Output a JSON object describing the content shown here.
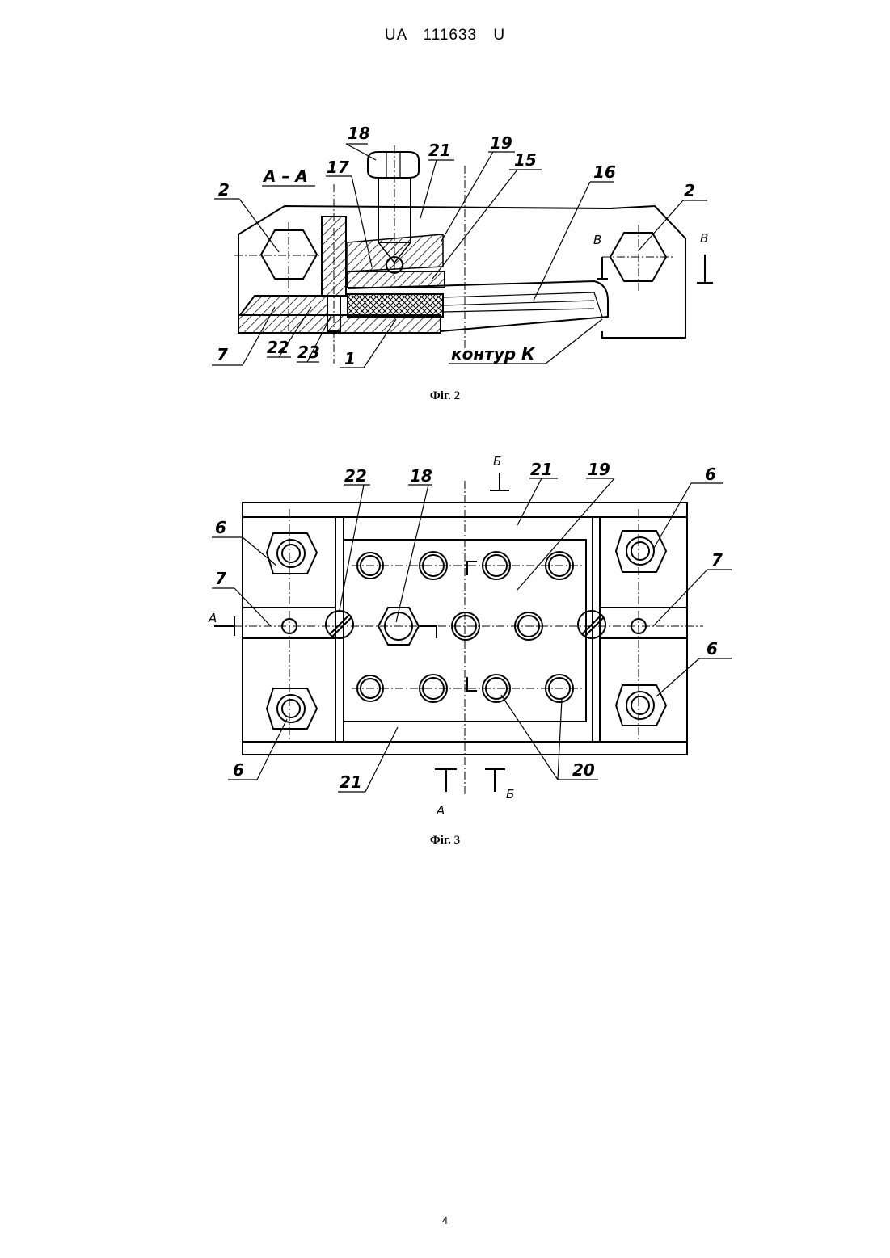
{
  "header": {
    "patent_id": "UA 111633 U"
  },
  "page": {
    "number": "4"
  },
  "fig2": {
    "caption": "Фіг. 2",
    "section_label": "A – A",
    "labels": [
      "18",
      "21",
      "19",
      "15",
      "16",
      "17",
      "2",
      "2",
      "B",
      "B",
      "7",
      "22",
      "23",
      "1"
    ],
    "contour_label": "контур К"
  },
  "fig3": {
    "caption": "Фіг. 3",
    "labels": [
      "22",
      "18",
      "21",
      "19",
      "6",
      "6",
      "7",
      "7",
      "6",
      "6",
      "21",
      "20"
    ],
    "section_marks": [
      "Б",
      "A",
      "A",
      "Б"
    ]
  }
}
